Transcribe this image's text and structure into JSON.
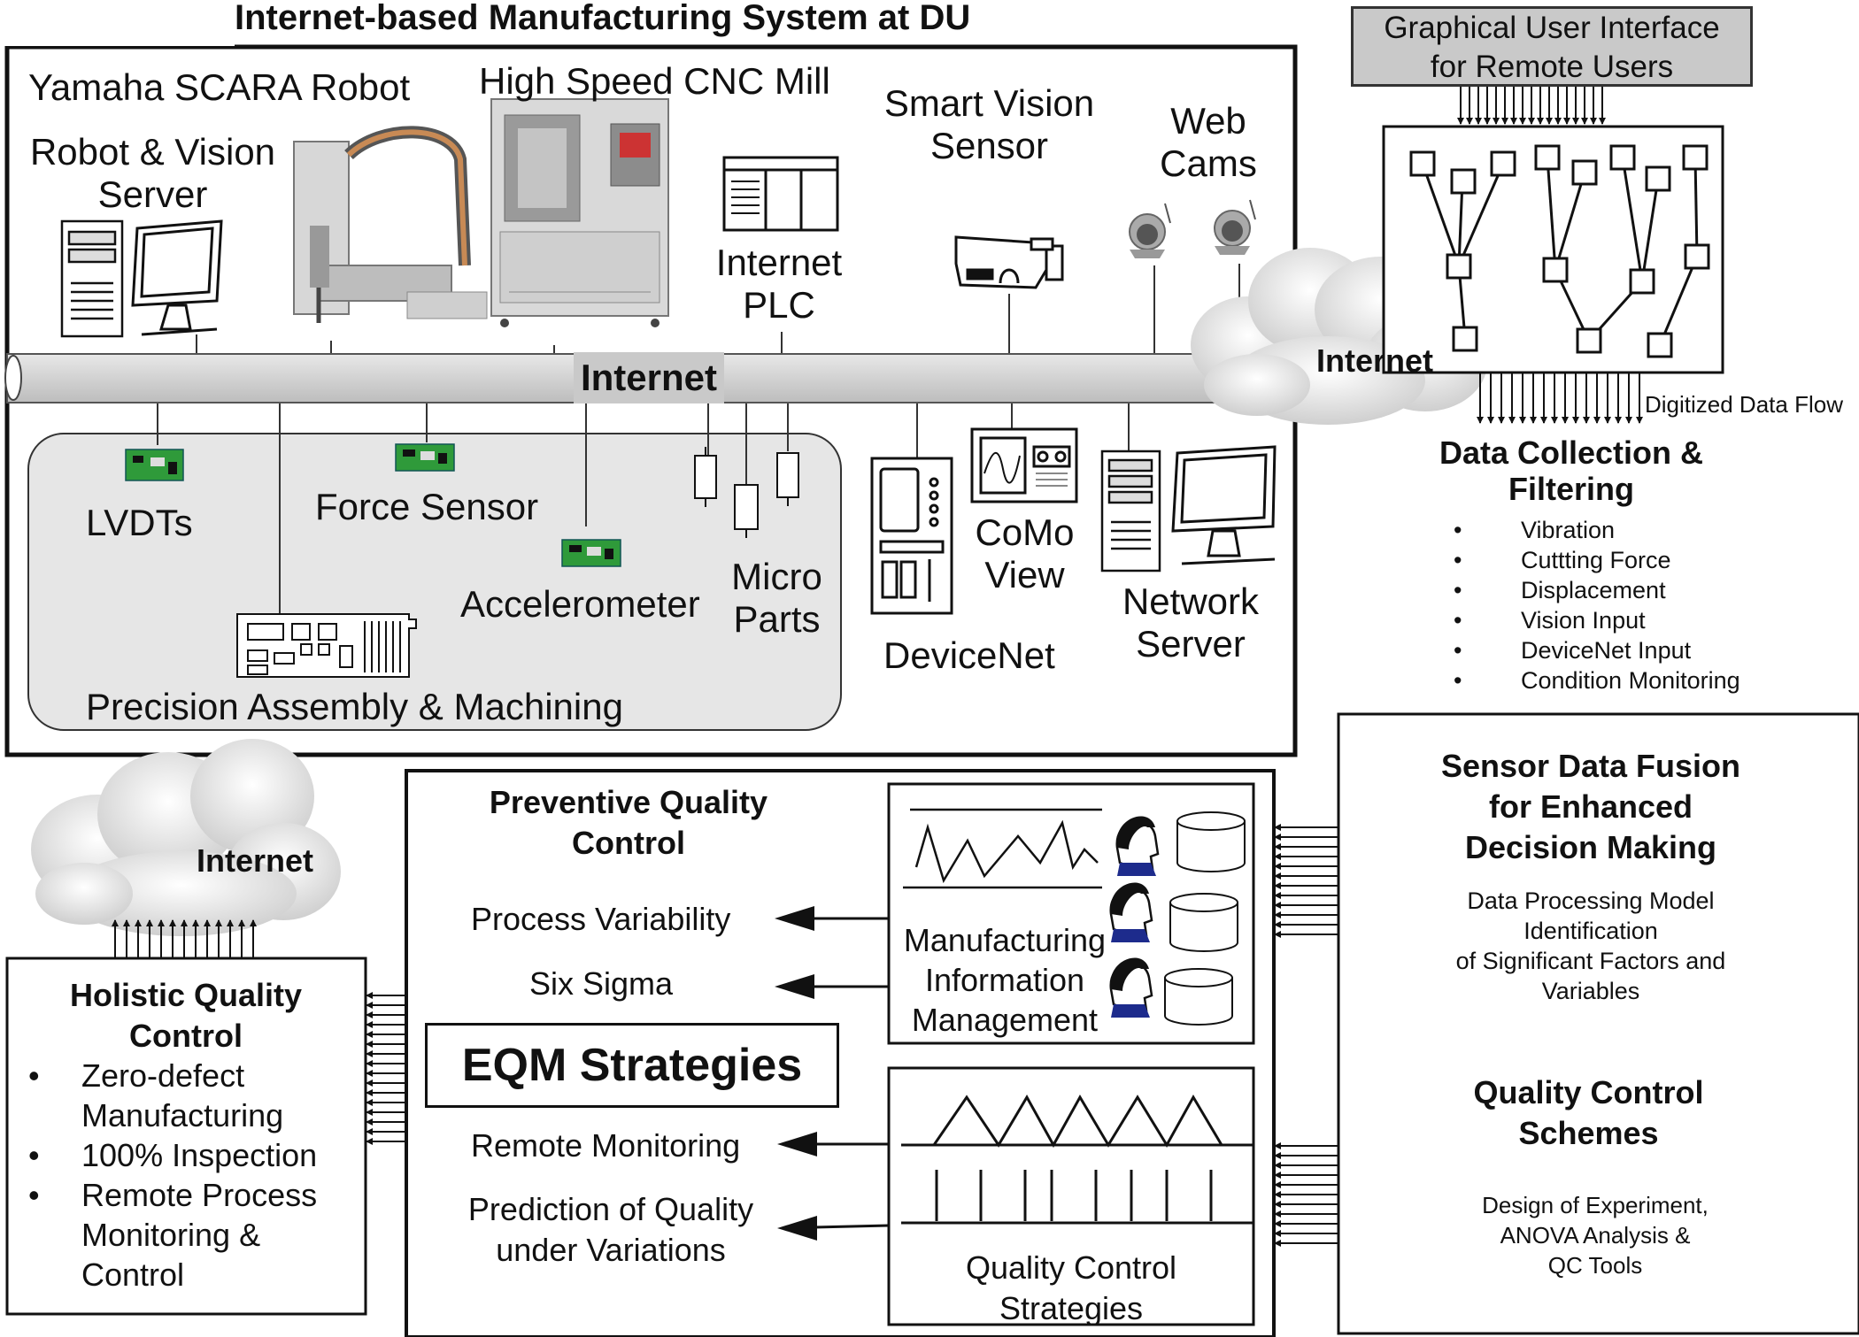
{
  "title": "Internet-based Manufacturing System at DU",
  "gui": {
    "line1": "Graphical User Interface",
    "line2": "for Remote Users"
  },
  "devices": {
    "scara_robot": "Yamaha SCARA Robot",
    "cnc_mill": "High Speed CNC Mill",
    "vision_server": {
      "line1": "Robot & Vision",
      "line2": "Server"
    },
    "internet_plc": {
      "line1": "Internet",
      "line2": "PLC"
    },
    "smart_vision": {
      "line1": "Smart Vision",
      "line2": "Sensor"
    },
    "web_cams": {
      "line1": "Web",
      "line2": "Cams"
    },
    "internet_bus": "Internet",
    "internet_cloud_top": "Internet",
    "lvdts": "LVDTs",
    "force_sensor": "Force Sensor",
    "accelerometer": "Accelerometer",
    "micro_parts": {
      "line1": "Micro",
      "line2": "Parts"
    },
    "precision_assembly": "Precision Assembly & Machining",
    "devicenet": "DeviceNet",
    "como_view": {
      "line1": "CoMo",
      "line2": "View"
    },
    "network_server": {
      "line1": "Network",
      "line2": "Server"
    }
  },
  "digitized_flow": "Digitized Data Flow",
  "data_collection": {
    "title_line1": "Data Collection &",
    "title_line2": "Filtering",
    "items": [
      "Vibration",
      "Cuttting Force",
      "Displacement",
      "Vision Input",
      "DeviceNet Input",
      "Condition Monitoring"
    ]
  },
  "sensor_fusion": {
    "title_line1": "Sensor Data Fusion",
    "title_line2": "for Enhanced",
    "title_line3": "Decision Making",
    "desc_line1": "Data Processing Model",
    "desc_line2": "Identification",
    "desc_line3": "of Significant Factors and",
    "desc_line4": "Variables",
    "qc_title_line1": "Quality Control",
    "qc_title_line2": "Schemes",
    "qc_desc_line1": "Design of Experiment,",
    "qc_desc_line2": "ANOVA Analysis &",
    "qc_desc_line3": "QC Tools"
  },
  "internet_cloud_left": "Internet",
  "holistic": {
    "title_line1": "Holistic Quality",
    "title_line2": "Control",
    "items": [
      {
        "line1": "Zero-defect",
        "line2": "Manufacturing"
      },
      {
        "line1": "100% Inspection"
      },
      {
        "line1": "Remote Process",
        "line2": "Monitoring &",
        "line3": "Control"
      }
    ]
  },
  "eqm": {
    "preventive_line1": "Preventive Quality",
    "preventive_line2": "Control",
    "process_variability": "Process Variability",
    "six_sigma": "Six Sigma",
    "strategies": "EQM Strategies",
    "remote_monitoring": "Remote Monitoring",
    "prediction_line1": "Prediction of Quality",
    "prediction_line2": "under Variations",
    "mim_line1": "Manufacturing",
    "mim_line2": "Information",
    "mim_line3": "Management",
    "qcs_line1": "Quality Control",
    "qcs_line2": "Strategies"
  },
  "colors": {
    "panel_gray": "#e6e6e6",
    "band_gray": "#c9c9c9",
    "board_green": "#2f9a3a",
    "person_blue": "#1d2b8c"
  }
}
